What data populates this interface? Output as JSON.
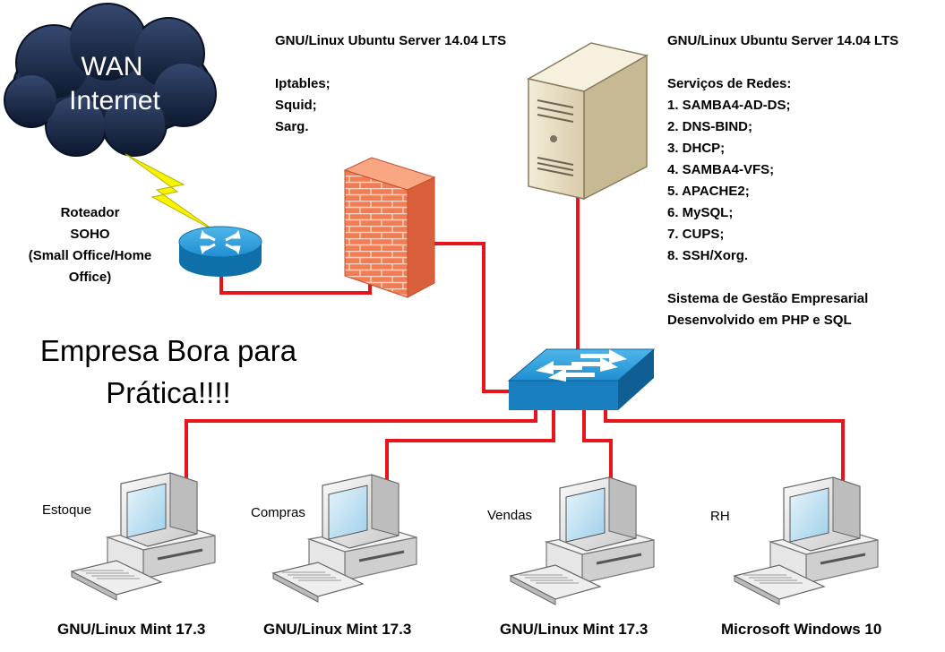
{
  "cloud": {
    "line1": "WAN",
    "line2": "Internet"
  },
  "router": {
    "label_lines": [
      "Roteador",
      "SOHO",
      "(Small Office/Home",
      "Office)"
    ]
  },
  "firewall_server": {
    "heading": "GNU/Linux Ubuntu Server 14.04 LTS",
    "services": [
      "Iptables;",
      "Squid;",
      "Sarg."
    ]
  },
  "main_server": {
    "heading": "GNU/Linux Ubuntu Server 14.04 LTS",
    "services_title": "Serviços de Redes:",
    "services": [
      "1. SAMBA4-AD-DS;",
      "2. DNS-BIND;",
      "3. DHCP;",
      "4. SAMBA4-VFS;",
      "5. APACHE2;",
      "6. MySQL;",
      "7. CUPS;",
      "8. SSH/Xorg."
    ],
    "system_lines": [
      "Sistema de Gestão Empresarial",
      "Desenvolvido em PHP e SQL"
    ]
  },
  "title": {
    "line1": "Empresa Bora para",
    "line2": "Prática!!!!"
  },
  "workstations": [
    {
      "label": "Estoque",
      "os": "GNU/Linux Mint 17.3"
    },
    {
      "label": "Compras",
      "os": "GNU/Linux Mint 17.3"
    },
    {
      "label": "Vendas",
      "os": "GNU/Linux Mint 17.3"
    },
    {
      "label": "RH",
      "os": "Microsoft Windows 10"
    }
  ],
  "colors": {
    "link": "#e8141c",
    "cloud": "#1b2a4a",
    "device_blue": "#1f8fd1",
    "firewall": "#f07850"
  }
}
